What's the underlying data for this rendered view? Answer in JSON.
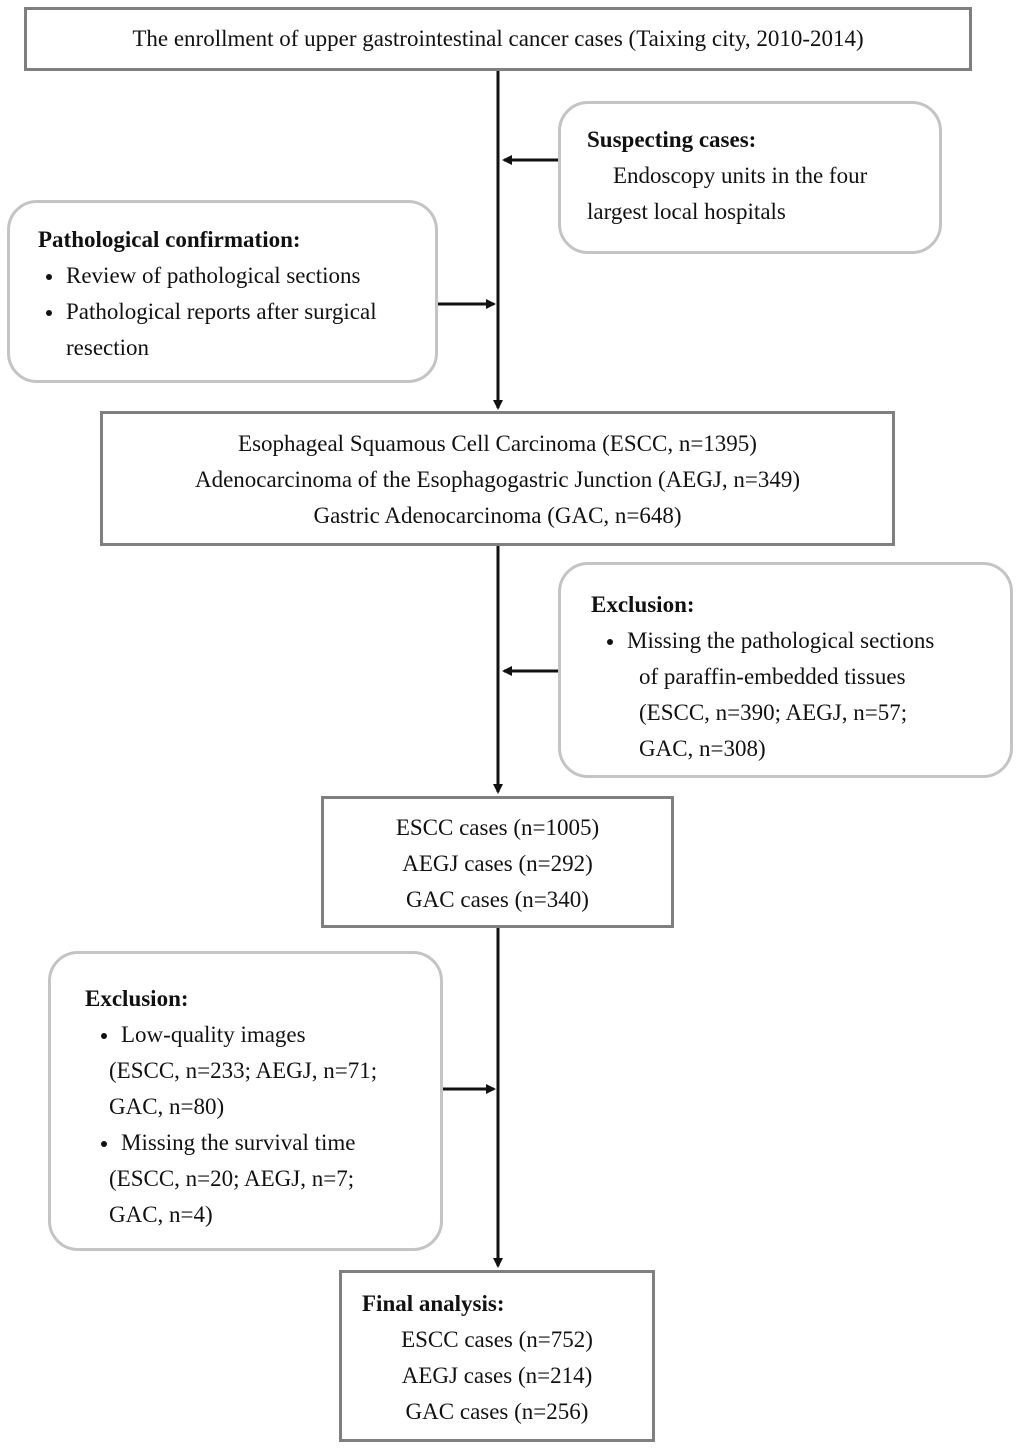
{
  "enrollment": {
    "text": "The enrollment of upper gastrointestinal cancer cases (Taixing city, 2010-2014)"
  },
  "suspecting": {
    "title": "Suspecting cases:",
    "line1": "Endoscopy units in the four",
    "line2": "largest local hospitals"
  },
  "pathological": {
    "title": "Pathological confirmation:",
    "item1": "Review of pathological sections",
    "item2_line1": "Pathological reports after surgical",
    "item2_line2": "resection"
  },
  "cancer_types": {
    "line1": "Esophageal Squamous Cell Carcinoma (ESCC, n=1395)",
    "line2": "Adenocarcinoma of the Esophagogastric Junction (AEGJ, n=349)",
    "line3": "Gastric Adenocarcinoma (GAC, n=648)"
  },
  "exclusion1": {
    "title": "Exclusion:",
    "line1": "Missing the pathological sections",
    "line2": "of paraffin-embedded tissues",
    "line3": "(ESCC, n=390; AEGJ, n=57;",
    "line4": "GAC, n=308)"
  },
  "cases": {
    "line1": "ESCC cases (n=1005)",
    "line2": "AEGJ cases (n=292)",
    "line3": "GAC cases (n=340)"
  },
  "exclusion2": {
    "title": "Exclusion:",
    "item1": "Low-quality images",
    "item1_line2": "(ESCC, n=233; AEGJ, n=71;",
    "item1_line3": "GAC, n=80)",
    "item2": "Missing the survival time",
    "item2_line2": "(ESCC, n=20; AEGJ, n=7;",
    "item2_line3": "GAC, n=4)"
  },
  "final": {
    "title": "Final analysis:",
    "line1": "ESCC cases (n=752)",
    "line2": "AEGJ cases (n=214)",
    "line3": "GAC cases (n=256)"
  }
}
